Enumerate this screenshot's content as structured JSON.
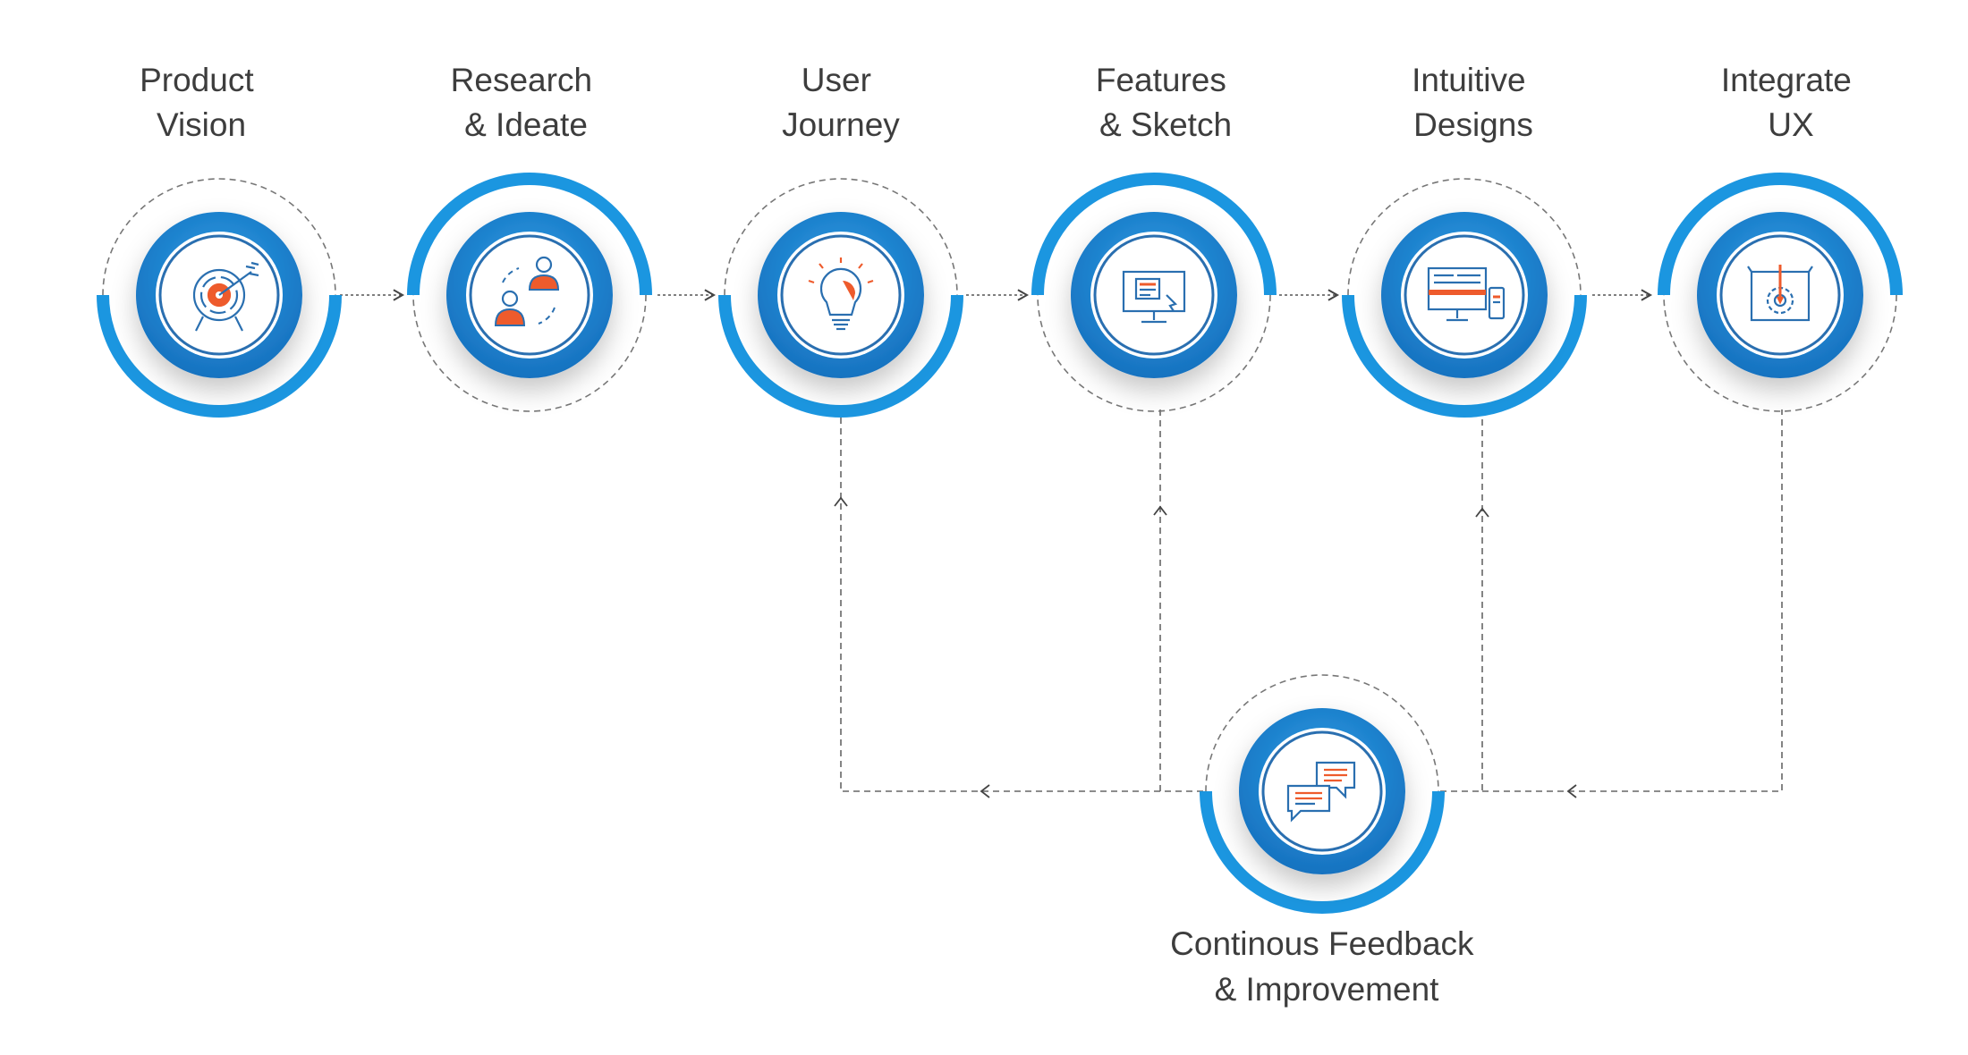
{
  "diagram": {
    "steps": [
      {
        "line1": "Product",
        "line2": "Vision",
        "icon": "target-icon",
        "ring": "outer"
      },
      {
        "line1": "Research",
        "line2": "& Ideate",
        "icon": "team-users-icon",
        "ring": "top"
      },
      {
        "line1": "User",
        "line2": "Journey",
        "icon": "lightbulb-icon",
        "ring": "outer"
      },
      {
        "line1": "Features",
        "line2": "& Sketch",
        "icon": "monitor-sketch-icon",
        "ring": "top"
      },
      {
        "line1": "Intuitive",
        "line2": "Designs",
        "icon": "responsive-devices-icon",
        "ring": "outer"
      },
      {
        "line1": "Integrate",
        "line2": "UX",
        "icon": "gear-blueprint-icon",
        "ring": "top"
      }
    ],
    "feedback": {
      "line1": "Continous Feedback",
      "line2": "& Improvement",
      "icon": "chat-bubbles-icon"
    },
    "colors": {
      "ring_blue": "#1b96e0",
      "inner_blue": "#2a6fb0",
      "accent_orange": "#ee5b2c",
      "dashed_gray": "#6b6b6b",
      "text": "#3d3d3d"
    }
  }
}
